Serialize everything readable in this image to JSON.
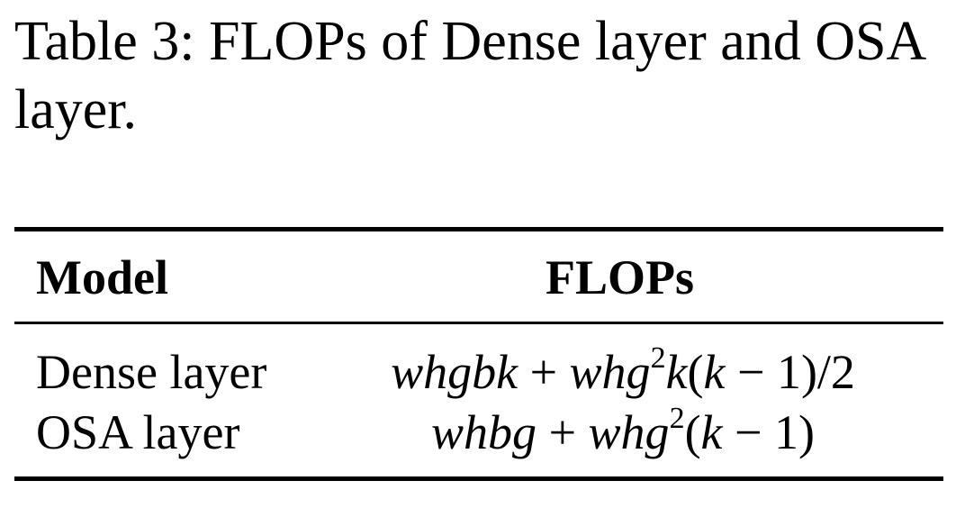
{
  "caption": {
    "text": "Table 3: FLOPs of Dense layer and OSA layer."
  },
  "table": {
    "headers": {
      "model": "Model",
      "flops": "FLOPs"
    },
    "rows": [
      {
        "model": "Dense layer",
        "flops_parts": {
          "a": "whgbk",
          "plus": " + ",
          "b": "whg",
          "sup": "2",
          "c": "k",
          "d": "(",
          "e": "k",
          "f": " − 1)/2"
        }
      },
      {
        "model": "OSA layer",
        "flops_parts": {
          "a": "whbg",
          "plus": " + ",
          "b": "whg",
          "sup": "2",
          "d": "(",
          "e": "k",
          "f": " − 1)"
        }
      }
    ]
  }
}
